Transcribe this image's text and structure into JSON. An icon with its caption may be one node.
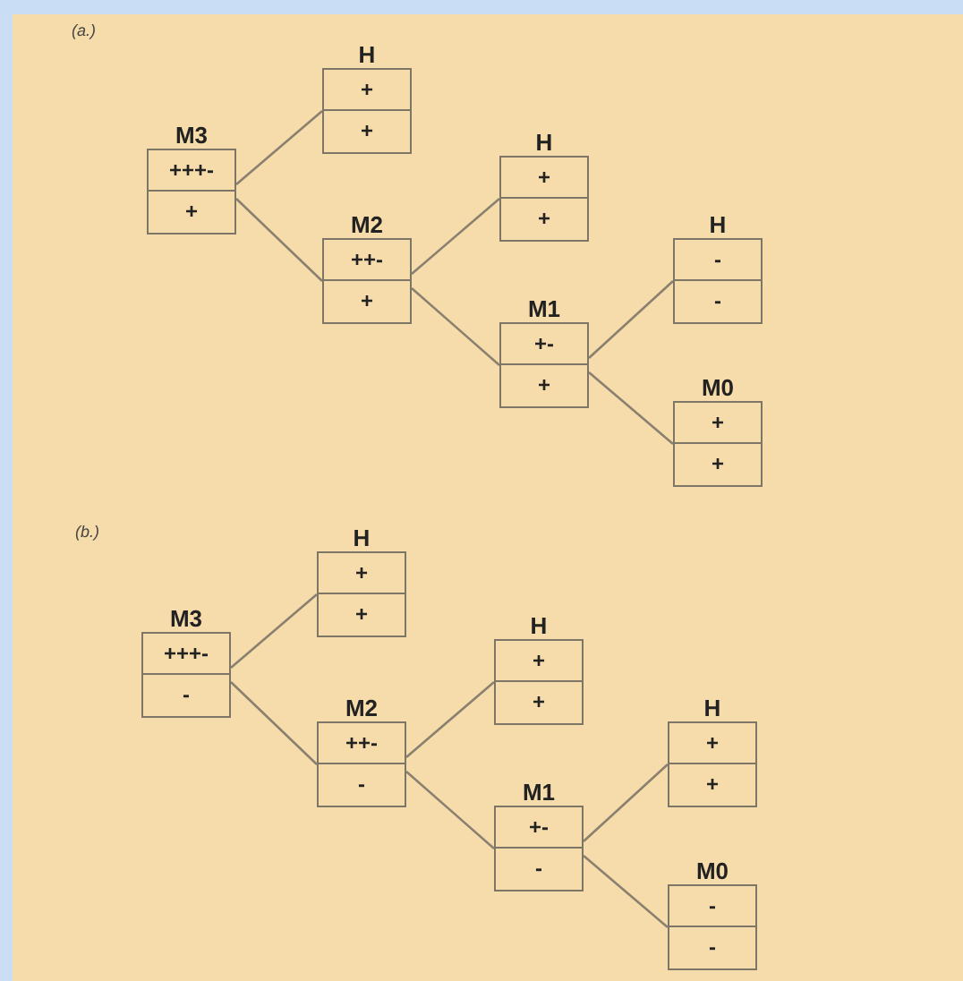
{
  "diagram": {
    "nodes": [
      {
        "text": [
          "M3",
          "+++-",
          "+"
        ]
      },
      {
        "text": [
          "H",
          "+",
          "+"
        ]
      },
      {
        "text": [
          "M2",
          "++-",
          "+"
        ]
      },
      {
        "text": [
          "H",
          "+",
          "+"
        ]
      },
      {
        "text": [
          "M1",
          "+-",
          "+"
        ]
      },
      {
        "text": [
          "H",
          "-",
          "-"
        ]
      },
      {
        "text": [
          "M0",
          "+",
          "+"
        ]
      },
      {
        "text": [
          "M3",
          "+++-",
          "-"
        ]
      },
      {
        "text": [
          "H",
          "+",
          "+"
        ]
      },
      {
        "text": [
          "M2",
          "++-",
          "-"
        ]
      },
      {
        "text": [
          "H",
          "+",
          "+"
        ]
      },
      {
        "text": [
          "M1",
          "+-",
          "-"
        ]
      },
      {
        "text": [
          "H",
          "+",
          "+"
        ]
      },
      {
        "text": [
          "M0",
          "-",
          "-"
        ]
      }
    ],
    "edges": [
      {
        "from": 0,
        "to": 1,
        "arrow": "none"
      },
      {
        "from": 0,
        "to": 2,
        "arrow": "none"
      },
      {
        "from": 2,
        "to": 3,
        "arrow": "none"
      },
      {
        "from": 2,
        "to": 4,
        "arrow": "none"
      },
      {
        "from": 4,
        "to": 5,
        "arrow": "none"
      },
      {
        "from": 4,
        "to": 6,
        "arrow": "none"
      },
      {
        "from": 7,
        "to": 8,
        "arrow": "none"
      },
      {
        "from": 7,
        "to": 9,
        "arrow": "none"
      },
      {
        "from": 9,
        "to": 10,
        "arrow": "none"
      },
      {
        "from": 9,
        "to": 11,
        "arrow": "none"
      },
      {
        "from": 11,
        "to": 12,
        "arrow": "none"
      },
      {
        "from": 11,
        "to": 13,
        "arrow": "none"
      }
    ],
    "labels": [
      "(a.)",
      "(b.)"
    ]
  }
}
